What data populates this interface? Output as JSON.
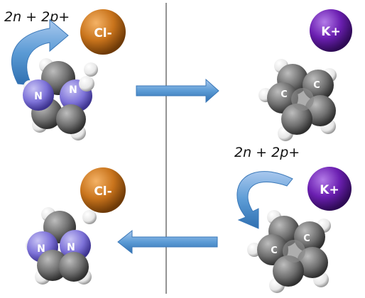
{
  "reaction_labels": {
    "top_left": "2n + 2p+",
    "bottom_right": "2n + 2p+"
  },
  "ions": {
    "chloride_top": "Cl-",
    "chloride_bottom": "Cl-",
    "potassium_top": "K+",
    "potassium_bottom": "K+"
  },
  "molecule_atoms": {
    "imidazole_top_n1": "N",
    "imidazole_top_n2": "N",
    "imidazole_bottom_n1": "N",
    "imidazole_bottom_n2": "N",
    "carbon_top_c1": "C",
    "carbon_top_c2": "C",
    "carbon_bottom_c1": "C",
    "carbon_bottom_c2": "C"
  },
  "colors": {
    "chloride": "#c9741c",
    "potassium": "#6b1fb1",
    "nitrogen": "#7d72d8",
    "carbon": "#6f6f6f",
    "hydrogen": "#f2f2f2",
    "arrow": "#5b9bd5",
    "divider": "#7a7a7a"
  }
}
